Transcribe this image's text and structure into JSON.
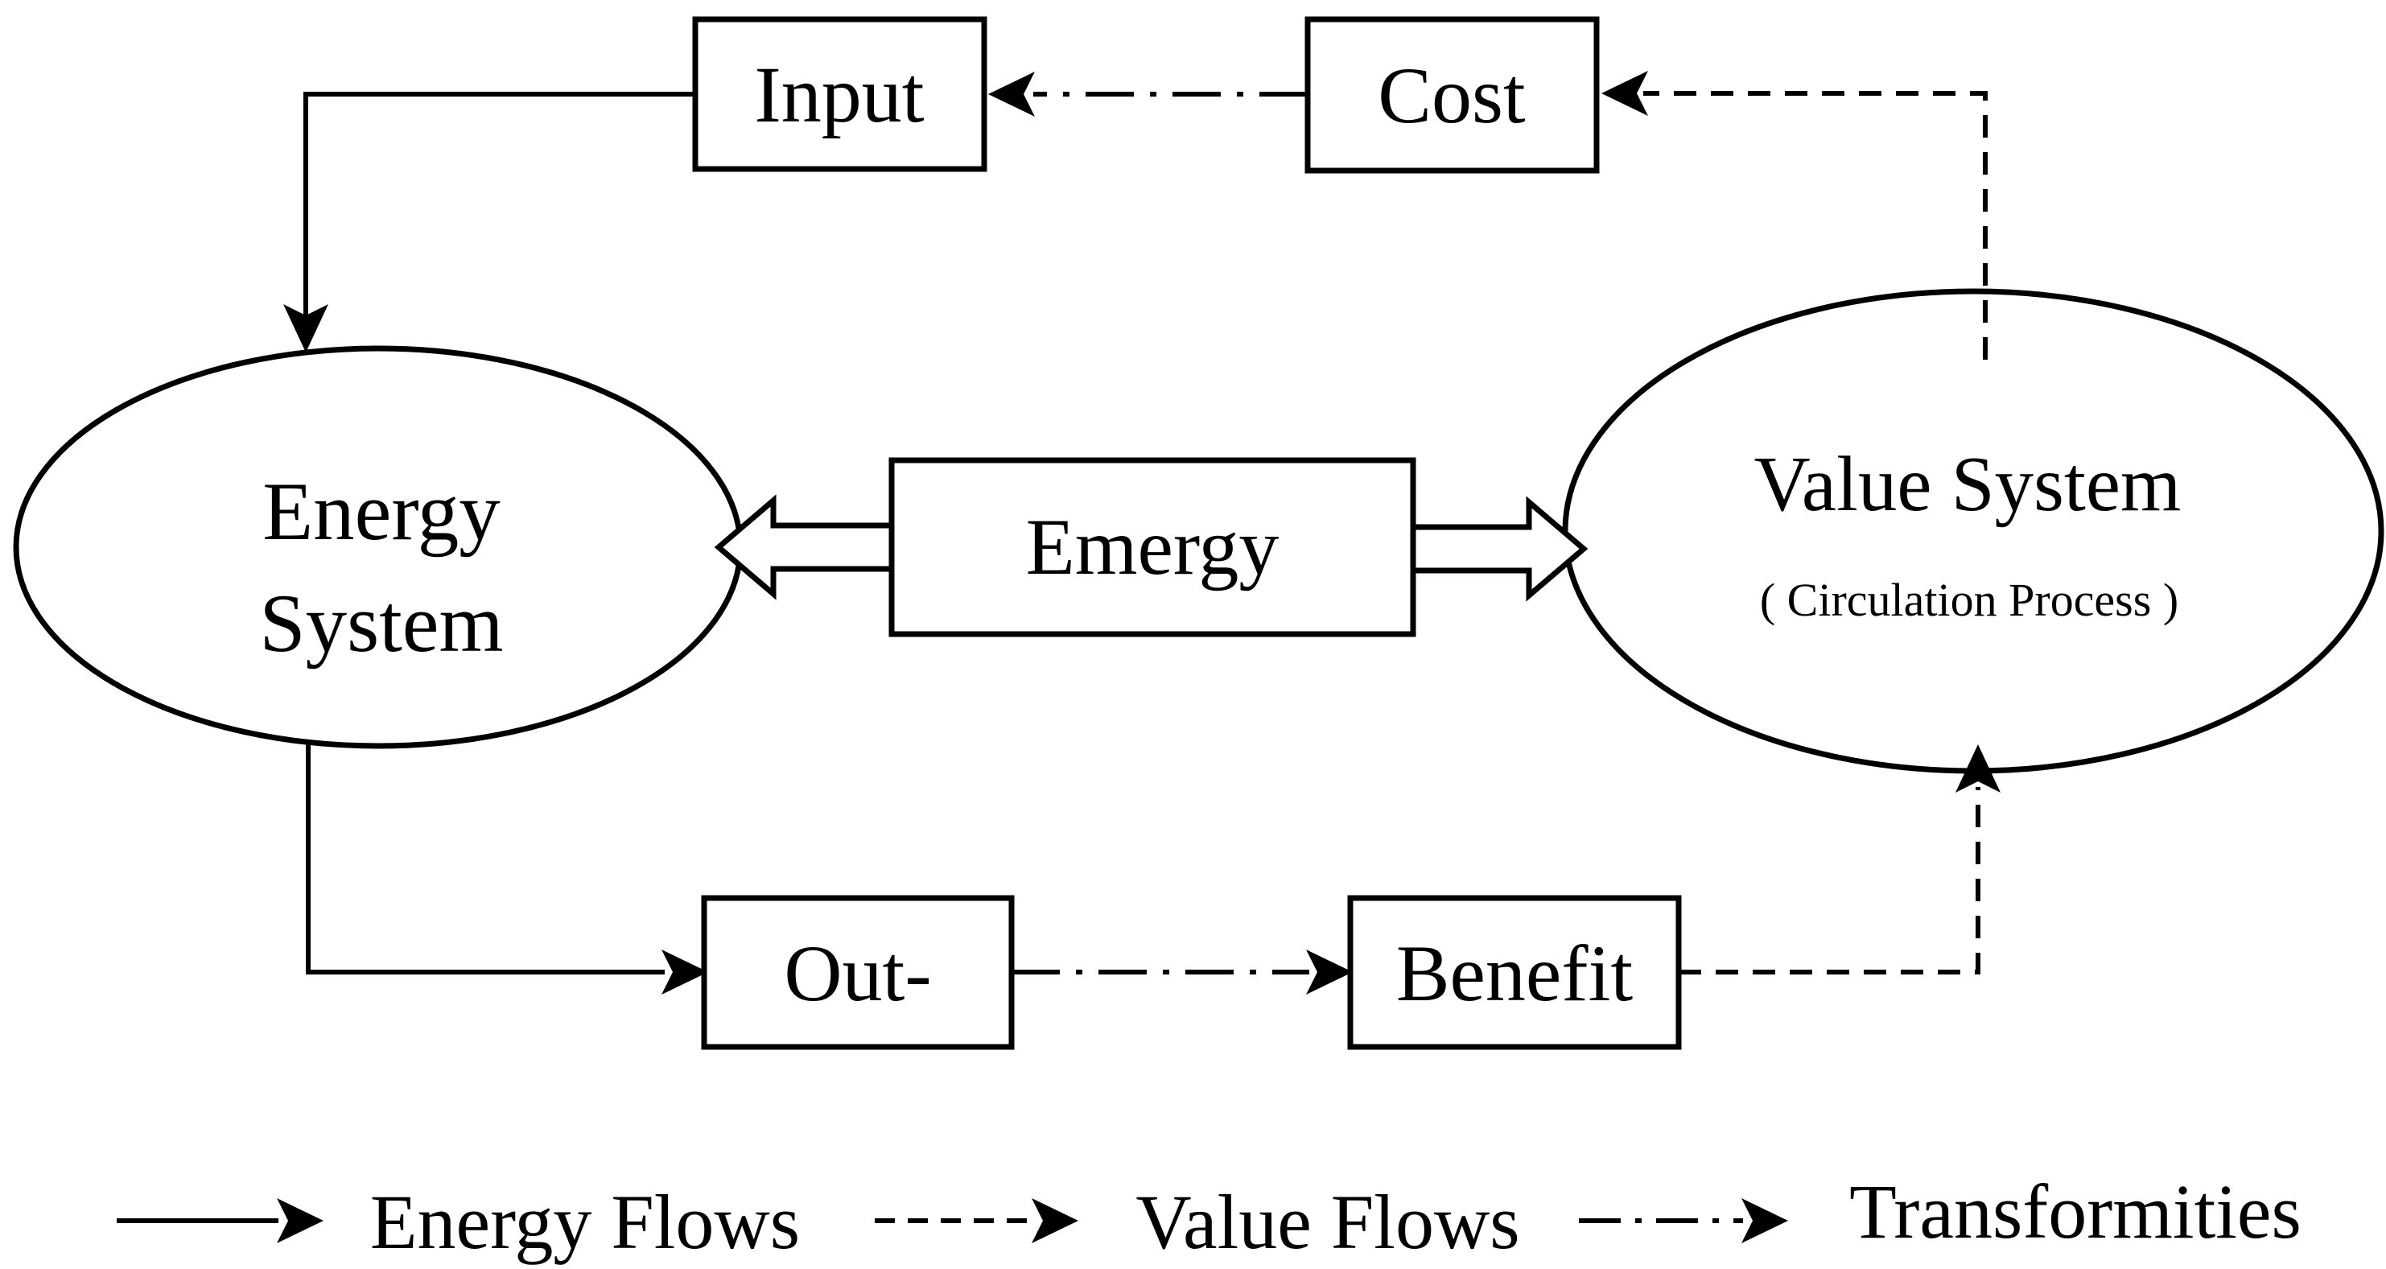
{
  "nodes": {
    "input": {
      "label": "Input"
    },
    "cost": {
      "label": "Cost"
    },
    "emergy": {
      "label": "Emergy"
    },
    "output": {
      "label": "Out-"
    },
    "benefit": {
      "label": "Benefit"
    },
    "energy_system": {
      "label_line1": "Energy",
      "label_line2": "System"
    },
    "value_system": {
      "label": "Value System",
      "sublabel": "( Circulation Process )"
    }
  },
  "edges": [
    {
      "from": "Input",
      "to": "Energy System",
      "type": "energy-flow",
      "style": "solid"
    },
    {
      "from": "Energy System",
      "to": "Out-",
      "type": "energy-flow",
      "style": "solid"
    },
    {
      "from": "Cost",
      "to": "Input",
      "type": "transformity",
      "style": "dash-dot"
    },
    {
      "from": "Out-",
      "to": "Benefit",
      "type": "transformity",
      "style": "dash-dot"
    },
    {
      "from": "Value System",
      "to": "Cost",
      "type": "value-flow",
      "style": "dashed"
    },
    {
      "from": "Benefit",
      "to": "Value System",
      "type": "value-flow",
      "style": "dashed"
    },
    {
      "from": "Emergy",
      "to": "Energy System",
      "type": "block-arrow",
      "style": "outlined"
    },
    {
      "from": "Emergy",
      "to": "Value System",
      "type": "block-arrow",
      "style": "outlined"
    }
  ],
  "legend": {
    "energy_flows": {
      "label": "Energy Flows",
      "line_style": "solid"
    },
    "value_flows": {
      "label": "Value Flows",
      "line_style": "dashed"
    },
    "transformities": {
      "label": "Transformities",
      "line_style": "dash-dot"
    }
  },
  "colors": {
    "ink": "#000000",
    "background": "#ffffff"
  }
}
